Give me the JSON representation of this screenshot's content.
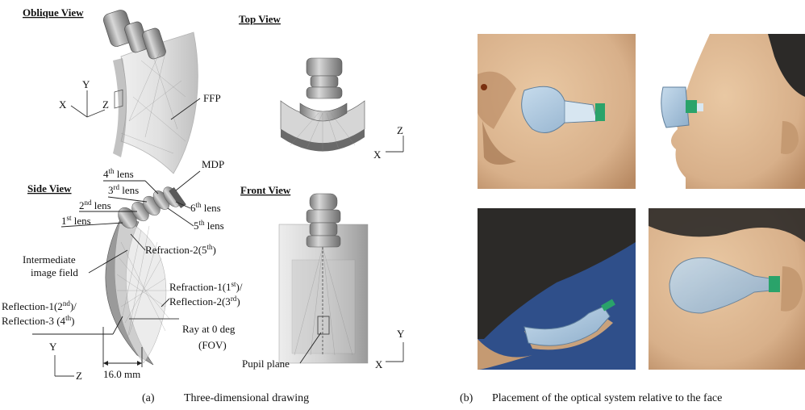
{
  "left_panel": {
    "oblique_view_title": "Oblique View",
    "top_view_title": "Top View",
    "side_view_title": "Side View",
    "front_view_title": "Front View",
    "axes": {
      "x": "X",
      "y": "Y",
      "z": "Z"
    },
    "labels": {
      "ffp": "FFP",
      "mdp": "MDP",
      "lens4_num": "4",
      "lens4_sup": "th",
      "lens4_word": " lens",
      "lens3_num": "3",
      "lens3_sup": "rd",
      "lens3_word": " lens",
      "lens2_num": "2",
      "lens2_sup": "nd",
      "lens2_word": " lens",
      "lens1_num": "1",
      "lens1_sup": "st",
      "lens1_word": " lens",
      "lens6_num": "6",
      "lens6_sup": "th",
      "lens6_word": " lens",
      "lens5_num": "5",
      "lens5_sup": "th",
      "lens5_word": " lens",
      "refraction2_a": "Refraction-2(5",
      "refraction2_sup": "th",
      "refraction2_b": ")",
      "intermediate_1": "Intermediate",
      "intermediate_2": "image field",
      "refraction1_a": "Refraction-1(1",
      "refraction1_sup": "st",
      "refraction1_b": ")/",
      "reflection2_a": "Reflection-2(3",
      "reflection2_sup": "rd",
      "reflection2_b": ")",
      "reflection1_a": "Reflection-1(2",
      "reflection1_sup": "nd",
      "reflection1_b": ")/",
      "reflection3_a": "Reflection-3 (4",
      "reflection3_sup": "th",
      "reflection3_b": ")",
      "ray_1": "Ray at 0 deg",
      "ray_2": "(FOV)",
      "dimension": "16.0 mm",
      "pupil_plane": "Pupil plane"
    },
    "caption_label": "(a)",
    "caption_text": "Three-dimensional drawing"
  },
  "right_panel": {
    "caption_label": "(b)",
    "caption_text": "Placement of the optical system relative to the face"
  },
  "colors": {
    "skin": "#d9b48e",
    "skin_shadow": "#b98b64",
    "device": "#a9c4dc",
    "device_edge": "#5f7f9c",
    "connector": "#2aa36a",
    "hair": "#2c2a28",
    "blue_bg": "#2f4f8a",
    "lens_grey": "#a0a0a0"
  }
}
